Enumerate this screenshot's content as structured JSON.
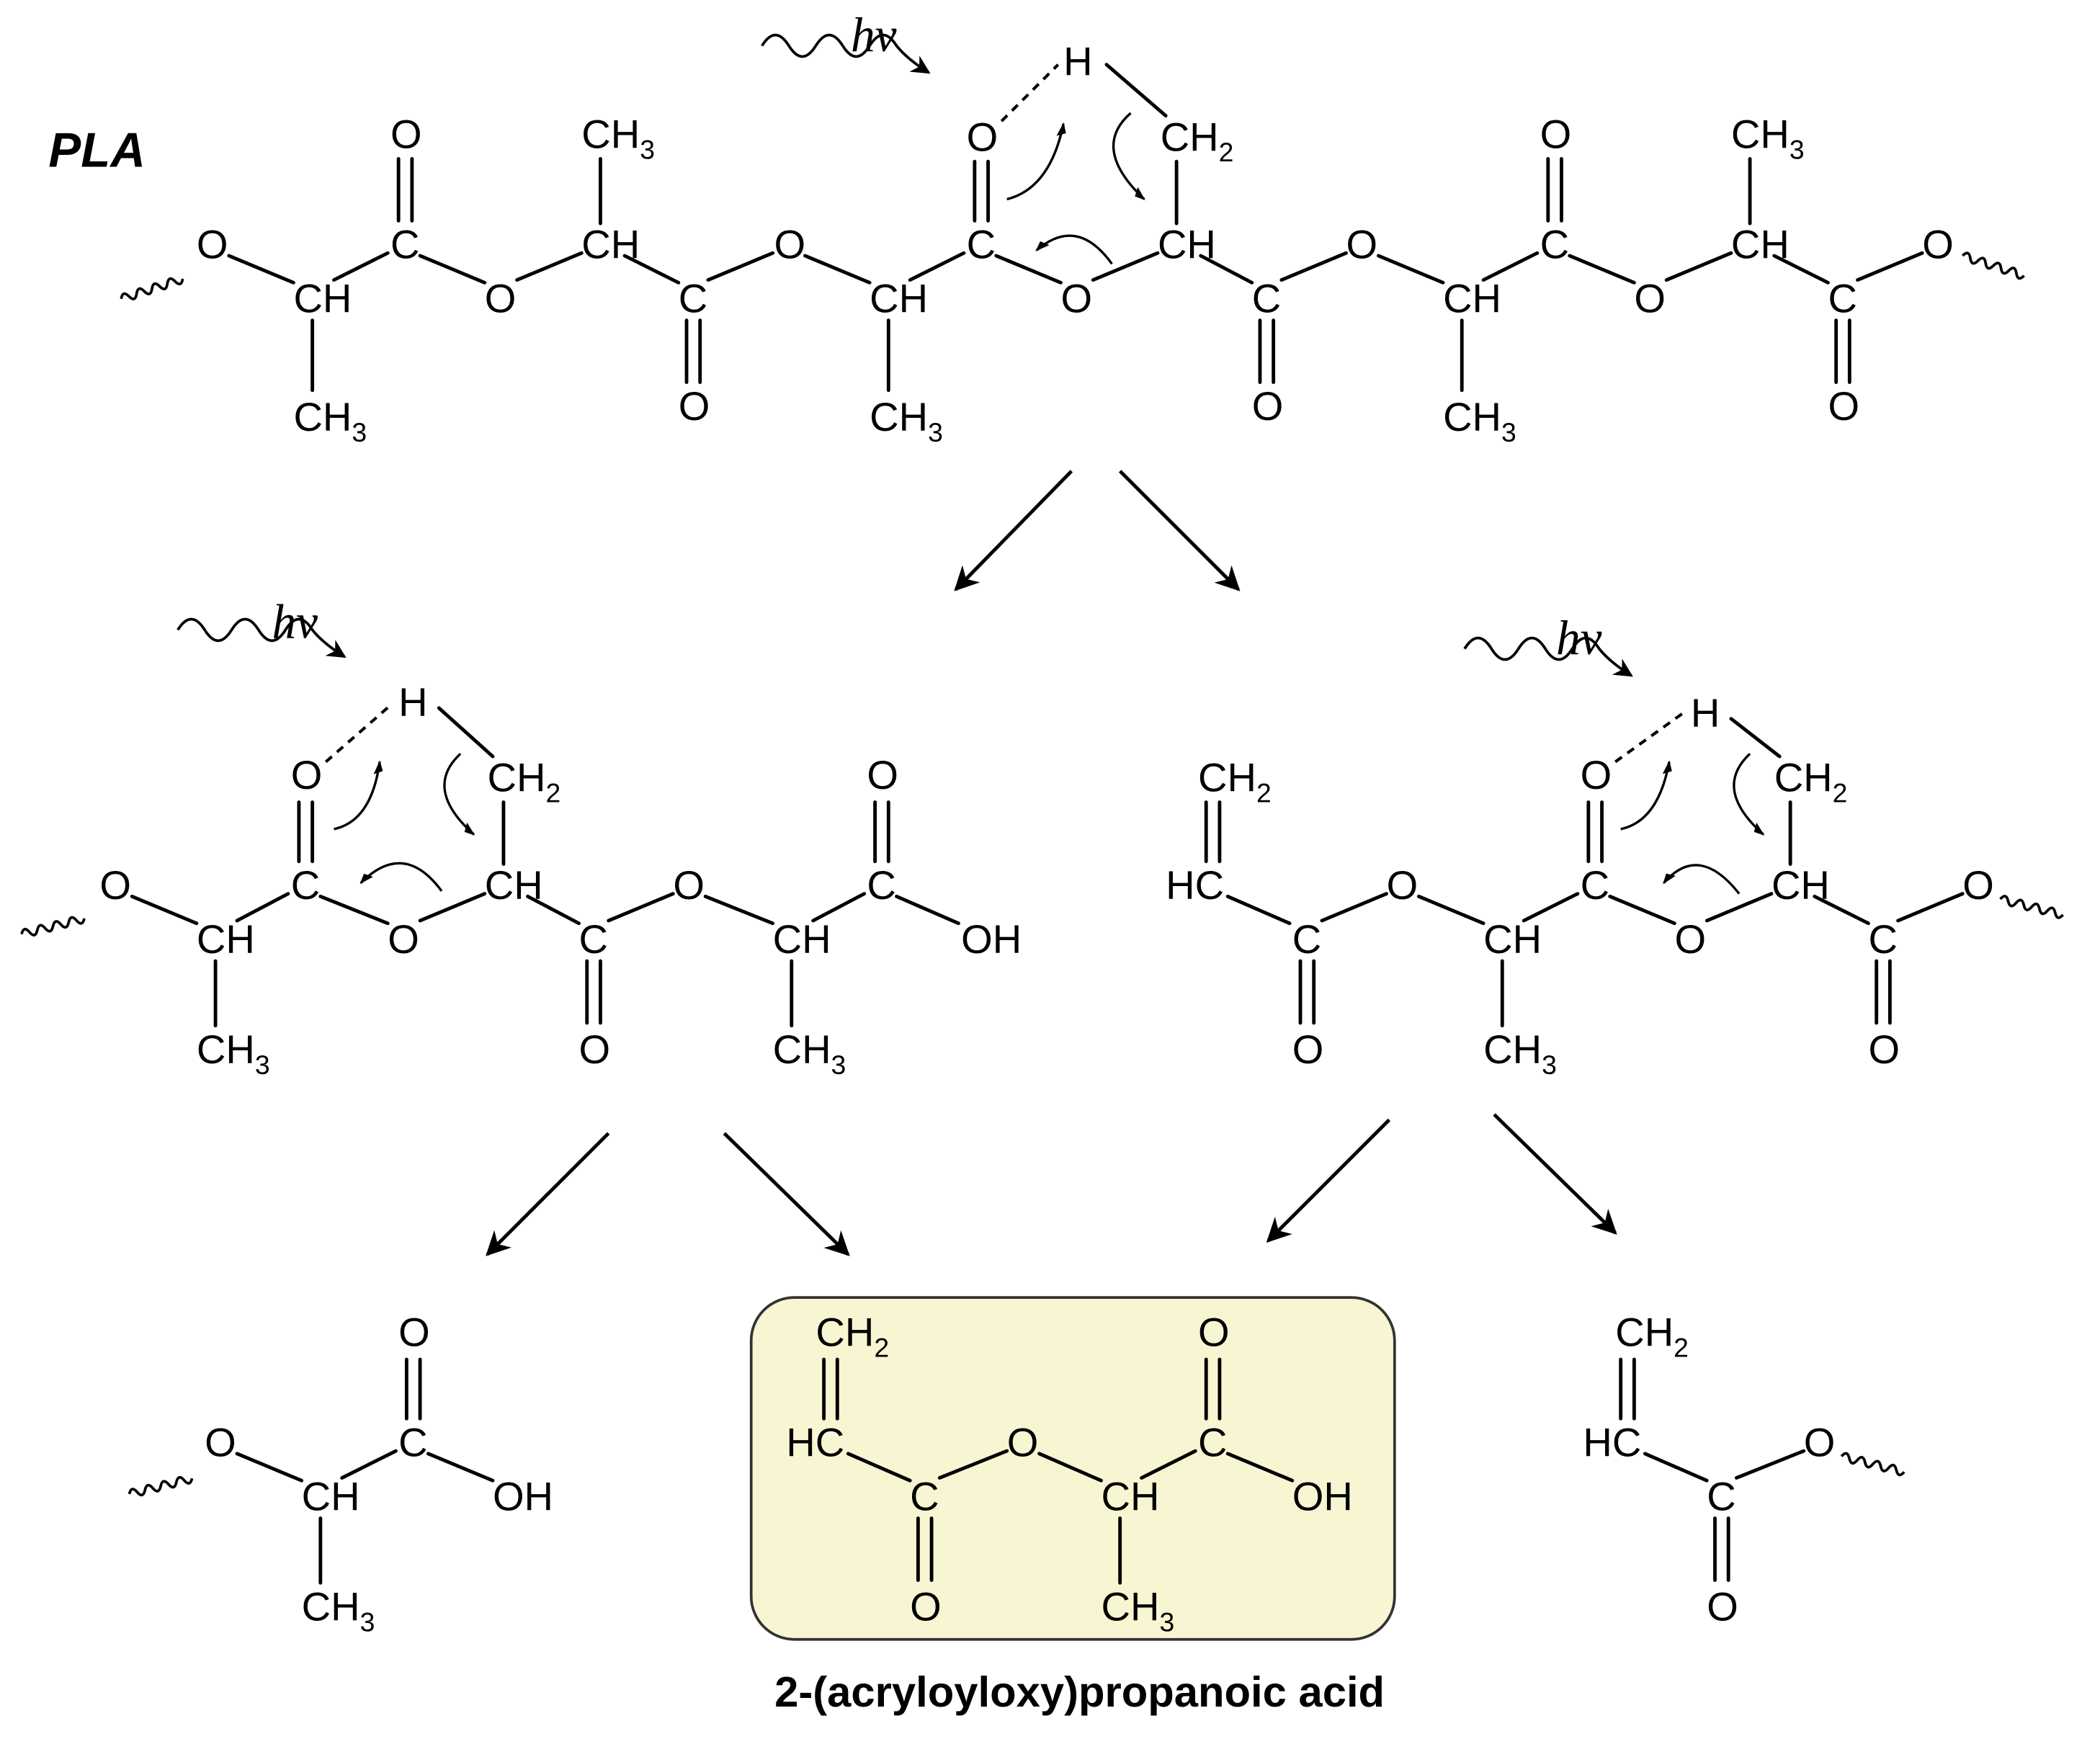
{
  "diagram": {
    "polymer_label": "PLA",
    "light": "hν",
    "product_name": "2-(acryloyloxy)propanoic acid",
    "highlight_color": "#f8f5d2",
    "highlight_border": "#333333"
  }
}
